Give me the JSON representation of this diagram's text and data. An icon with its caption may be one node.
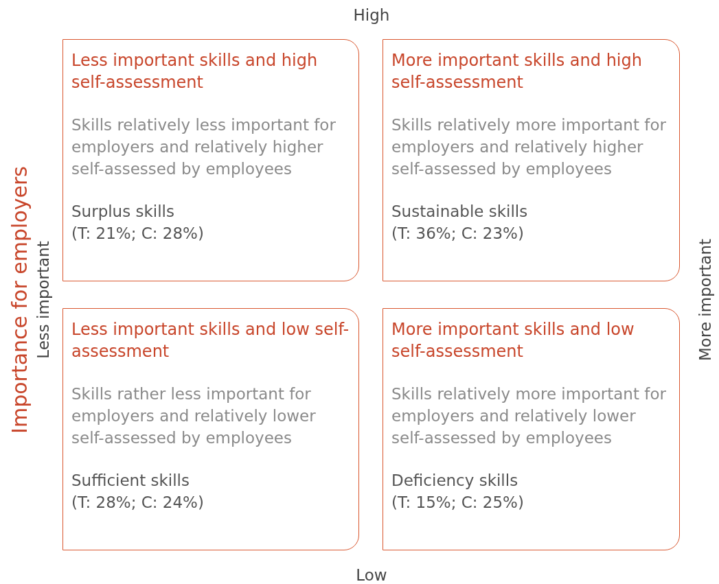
{
  "diagram": {
    "nodes": [
      {
        "text": [
          "Less important skills and high self-assessment",
          "Skills relatively less important for employers and relatively higher self-assessed by employees",
          "Surplus skills",
          "(T: 21%; C: 28%)"
        ]
      },
      {
        "text": [
          "More important skills and high self-assessment",
          "Skills relatively more important for employers and relatively higher self-assessed by employees",
          "Sustainable skills",
          "(T: 36%; C: 23%)"
        ]
      },
      {
        "text": [
          "Less important skills and low self-assessment",
          "Skills rather less important for employers and relatively lower self-assessed by employees",
          "Sufficient skills",
          "(T: 28%; C: 24%)"
        ]
      },
      {
        "text": [
          "More important skills and low self-assessment",
          "Skills relatively more important for employers and relatively lower self-assessed by employees",
          "Deficiency skills",
          "(T: 15%; C: 25%)"
        ]
      }
    ],
    "labels": [
      "High",
      "Importance for employers",
      "Less important",
      "More important",
      "Low"
    ]
  }
}
